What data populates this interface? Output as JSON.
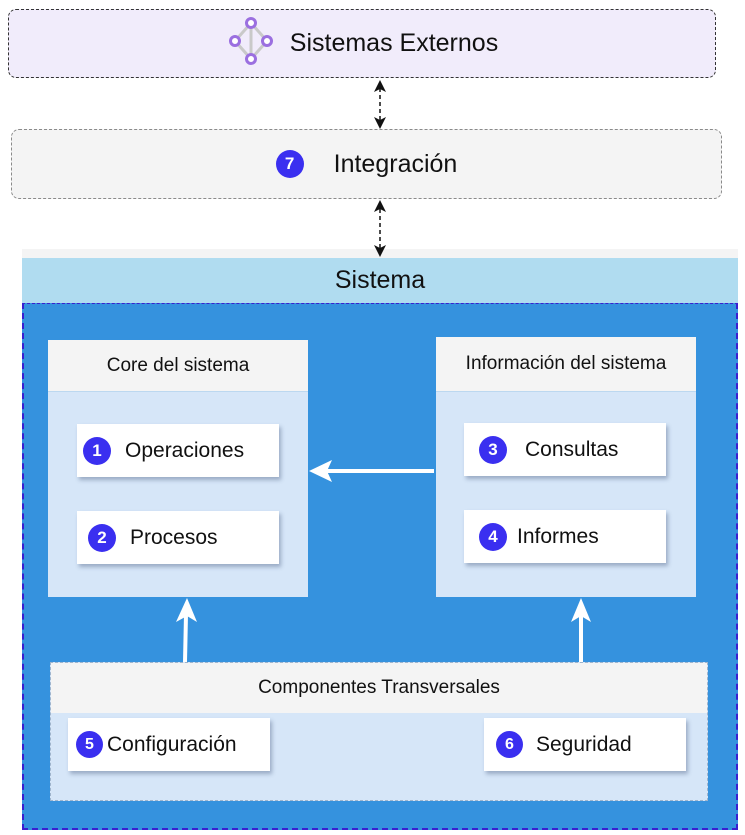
{
  "external": {
    "title": "Sistemas Externos",
    "icon": "network-graph-icon"
  },
  "integration": {
    "badge": "7",
    "title": "Integración"
  },
  "system": {
    "title": "Sistema",
    "core": {
      "title": "Core del sistema",
      "items": [
        {
          "badge": "1",
          "label": "Operaciones"
        },
        {
          "badge": "2",
          "label": "Procesos"
        }
      ]
    },
    "info": {
      "title": "Información del sistema",
      "items": [
        {
          "badge": "3",
          "label": "Consultas"
        },
        {
          "badge": "4",
          "label": "Informes"
        }
      ]
    },
    "transversal": {
      "title": "Componentes Transversales",
      "items": [
        {
          "badge": "5",
          "label": "Configuración"
        },
        {
          "badge": "6",
          "label": "Seguridad"
        }
      ]
    }
  },
  "colors": {
    "badge": "#3a2ff0",
    "system_body": "#3592de",
    "system_header": "#b0dcf0",
    "external_bg": "#f1ecfb",
    "panel_bg": "#d6e6f8",
    "icon_accent": "#9b6fe0"
  }
}
